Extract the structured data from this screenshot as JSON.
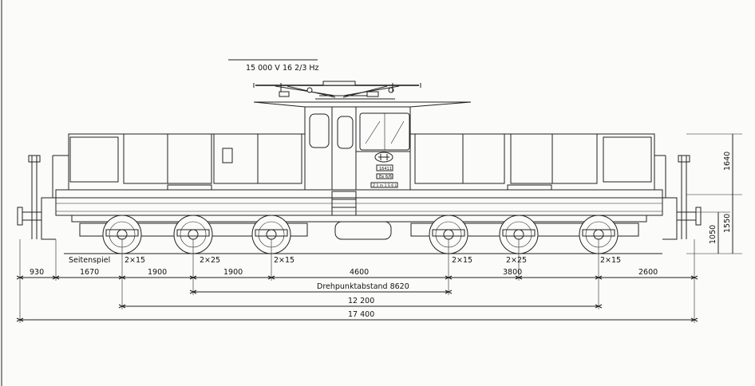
{
  "power": {
    "voltage": "15 000 V",
    "frequency": "16 2/3 Hz"
  },
  "logo": "SBB",
  "plate_texts": [
    "16411",
    "Ee 6/6",
    "Z 1 m 1 S 6 L"
  ],
  "side_play": {
    "label": "Seitenspiel",
    "values": [
      "2×15",
      "2×25",
      "2×15",
      "2×15",
      "2×25",
      "2×15"
    ]
  },
  "row1": [
    "930",
    "1670",
    "1900",
    "1900",
    "4600",
    "3800",
    "2600"
  ],
  "pivot_label": "Drehpunktabstand 8620",
  "wheelbase": "12 200",
  "overall_length": "17 400",
  "heights": [
    "1640",
    "1550",
    "1050"
  ]
}
